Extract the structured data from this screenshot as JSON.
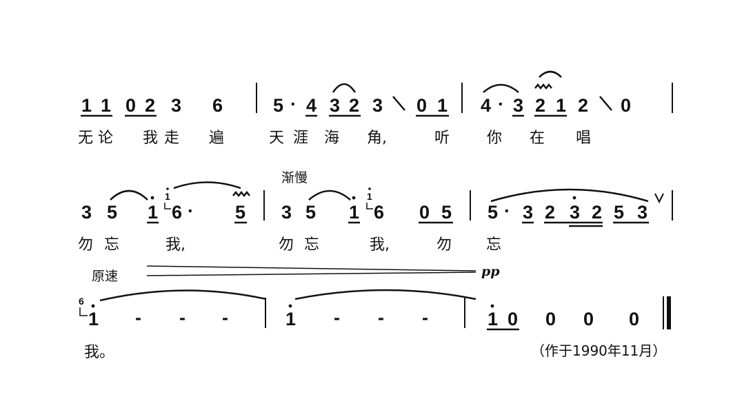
{
  "tempo_marks": {
    "ritardando": "渐慢",
    "a_tempo": "原速"
  },
  "dynamic": "pp",
  "lyrics": {
    "line1": [
      "无",
      "论",
      "我",
      "走",
      "遍",
      "天",
      "涯",
      "海",
      "角,",
      "听",
      "你",
      "在",
      "唱"
    ],
    "line2": [
      "勿",
      "忘",
      "我,",
      "勿",
      "忘",
      "我,",
      "勿",
      "忘"
    ],
    "line3": [
      "我。"
    ]
  },
  "footer_note": "（作于1990年11月）",
  "systems": [
    {
      "notes": [
        "1",
        "1",
        "0",
        "2",
        "3",
        "6",
        "5",
        "·",
        "4",
        "3",
        "2",
        "3",
        "0",
        "1",
        "4",
        "·",
        "3",
        "2",
        "1",
        "2",
        "0"
      ]
    },
    {
      "notes": [
        "3",
        "5",
        "1",
        "6",
        "·",
        "5",
        "3",
        "5",
        "1",
        "6",
        "0",
        "5",
        "5",
        "·",
        "3",
        "2",
        "3",
        "2",
        "5",
        "3"
      ],
      "grace_notes": [
        "1",
        "1"
      ]
    },
    {
      "notes": [
        "1",
        "-",
        "-",
        "-",
        "1",
        "-",
        "-",
        "-",
        "1",
        "0",
        "0",
        "0",
        "0"
      ],
      "grace_notes": [
        "6"
      ]
    }
  ]
}
